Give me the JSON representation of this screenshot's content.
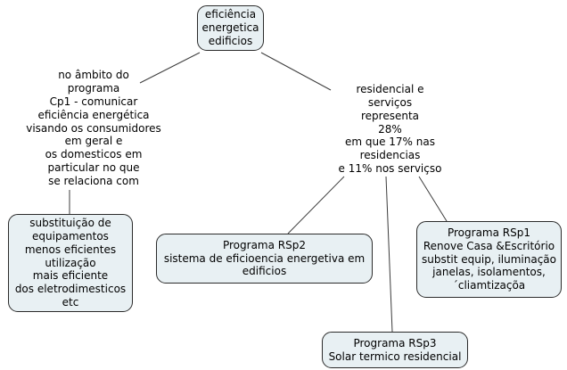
{
  "diagram": {
    "type": "concept-map",
    "topic": "eficiência energetica edificios",
    "colors": {
      "background": "#ffffff",
      "node_fill": "#e8f0f3",
      "node_border": "#2b2b2b",
      "connector_line": "#3c3c3c",
      "text": "#000000"
    }
  },
  "nodes": {
    "root": {
      "kind": "concept-box",
      "label": "eficiência\nenergetica\nedificios"
    },
    "left_link": {
      "kind": "linking-phrase",
      "label": "no âmbito do\nprograma\nCp1 - comunicar\neficiência energética\nvisando os consumidores\nem geral e\nos domesticos em\nparticular no que\nse relaciona com"
    },
    "right_link": {
      "kind": "linking-phrase",
      "label": "residencial e\nserviços\nrepresenta\n28%\nem que 17% nas\nresidencias\ne 11% nos serviçso"
    },
    "substituicao": {
      "kind": "concept-box",
      "label": "substituição de\nequipamentos\nmenos eficientes\nutilização\nmais eficiente\ndos eletrodimesticos\netc"
    },
    "rsp2": {
      "kind": "concept-box",
      "label": "Programa RSp2\nsistema de eficioencia energetiva em\nedificios"
    },
    "rsp1": {
      "kind": "concept-box",
      "label": "Programa RSp1\nRenove Casa &Escritório\nsubstit equip, iluminação\njanelas, isolamentos,\n´cliamtizaçõa"
    },
    "rsp3": {
      "kind": "concept-box",
      "label": "Programa RSp3\nSolar termico residencial"
    }
  },
  "connections": [
    {
      "from": "root",
      "to": "left_link"
    },
    {
      "from": "root",
      "to": "right_link"
    },
    {
      "from": "left_link",
      "to": "substituicao"
    },
    {
      "from": "right_link",
      "to": "rsp2"
    },
    {
      "from": "right_link",
      "to": "rsp3"
    },
    {
      "from": "right_link",
      "to": "rsp1"
    }
  ]
}
